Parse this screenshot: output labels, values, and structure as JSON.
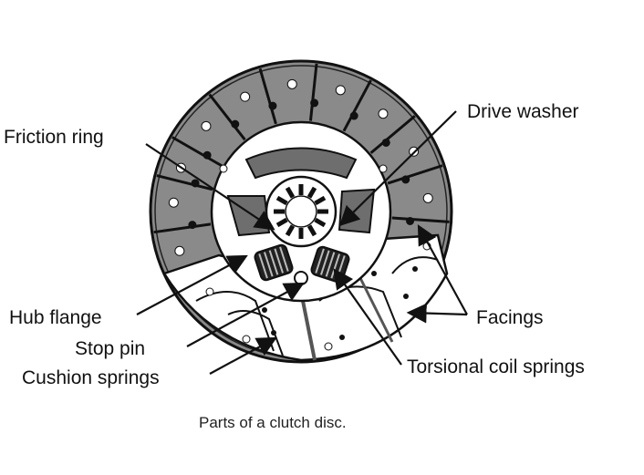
{
  "labels": {
    "friction_ring": "Friction ring",
    "drive_washer": "Drive washer",
    "hub_flange": "Hub flange",
    "stop_pin": "Stop pin",
    "cushion_springs": "Cushion springs",
    "facings": "Facings",
    "torsional_coil_springs": "Torsional coil springs"
  },
  "caption": "Parts of a clutch disc.",
  "colors": {
    "facing_fill": "#8a8a8a",
    "hub_fill": "#6e6e6e",
    "line": "#111111",
    "background": "#ffffff"
  }
}
